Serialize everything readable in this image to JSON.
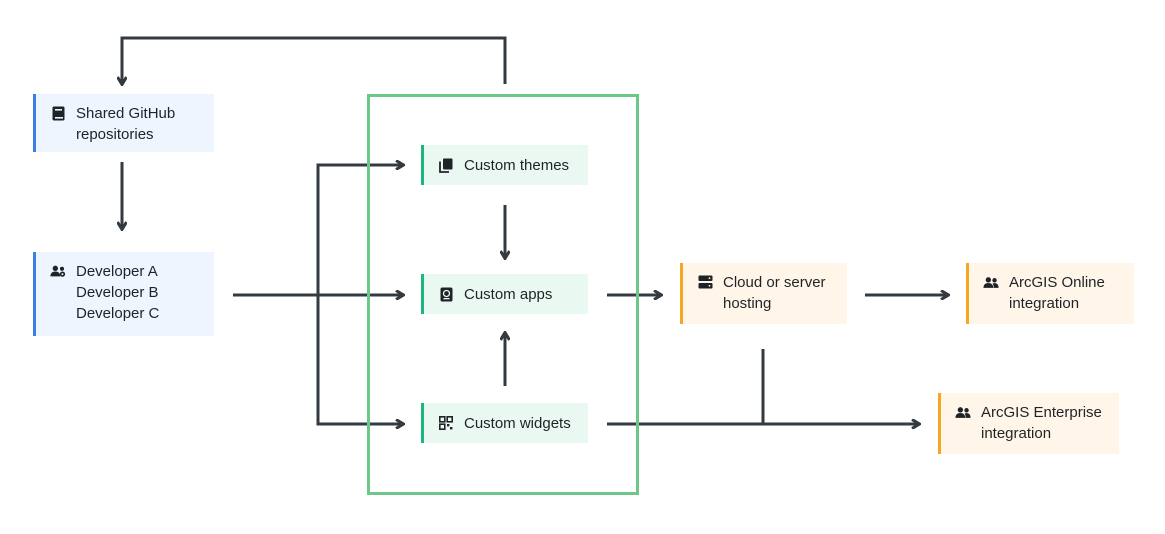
{
  "nodes": {
    "shared_repos": {
      "label": "Shared GitHub\nrepositories",
      "icon": "book-icon"
    },
    "developers": {
      "label": "Developer A\nDeveloper B\nDeveloper C",
      "icon": "users-gear-icon"
    },
    "custom_themes": {
      "label": "Custom themes",
      "icon": "files-icon"
    },
    "custom_apps": {
      "label": "Custom apps",
      "icon": "app-badge-icon"
    },
    "custom_widgets": {
      "label": "Custom widgets",
      "icon": "widgets-grid-icon"
    },
    "hosting": {
      "label": "Cloud or server\nhosting",
      "icon": "server-icon"
    },
    "arcgis_online": {
      "label": "ArcGIS Online\nintegration",
      "icon": "user-group-icon"
    },
    "arcgis_enterprise": {
      "label": "ArcGIS Enterprise\nintegration",
      "icon": "user-group-icon"
    }
  },
  "colors": {
    "arrow": "#333a40",
    "group_border": "#6cc788",
    "blue_accent": "#3b7fe0",
    "green_accent": "#1fb57f",
    "orange_accent": "#f5a623"
  }
}
